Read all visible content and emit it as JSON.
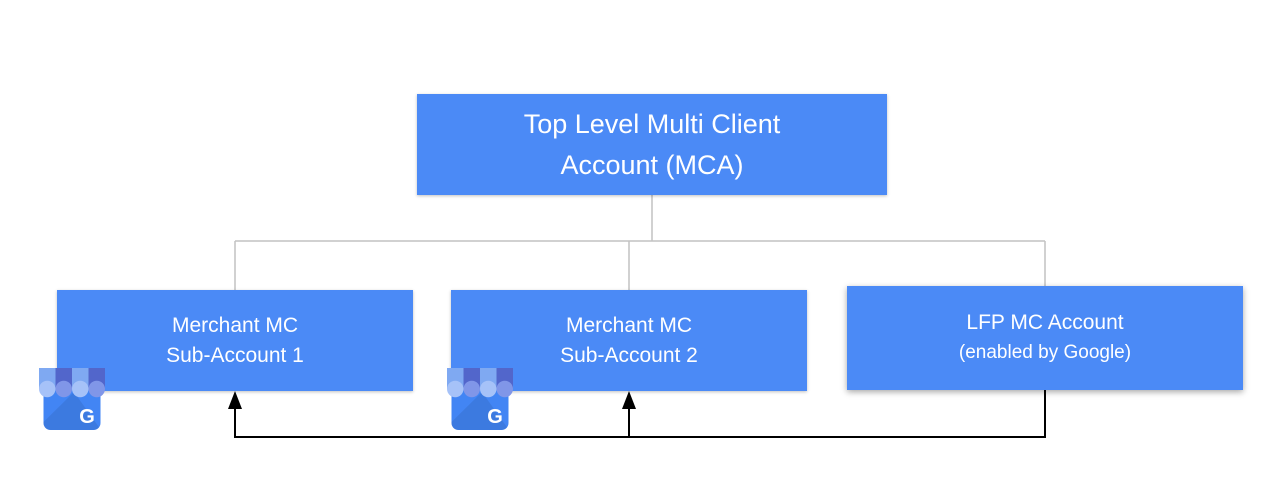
{
  "diagram": {
    "nodes": {
      "mca": {
        "line1": "Top Level Multi Client",
        "line2": "Account (MCA)"
      },
      "sub1": {
        "line1": "Merchant MC",
        "line2": "Sub-Account 1"
      },
      "sub2": {
        "line1": "Merchant MC",
        "line2": "Sub-Account 2"
      },
      "lfp": {
        "line1": "LFP MC Account",
        "line2": "(enabled by Google)"
      }
    },
    "icons": {
      "business_profile": "google-business-profile-storefront",
      "g_label": "G"
    },
    "edges": {
      "tree": [
        "mca->sub1",
        "mca->sub2",
        "mca->lfp"
      ],
      "arrows": [
        "lfp->sub1",
        "lfp->sub2"
      ]
    },
    "colors": {
      "node_fill": "#4b8af6",
      "node_text": "#ffffff",
      "tree_line": "#c2c2c2",
      "arrow_line": "#000000",
      "icon_body": "#4285f4",
      "icon_awning_light": "#7fa9f2",
      "icon_awning_light_cap": "#a6c2f8",
      "icon_awning_dark": "#5266cb",
      "icon_awning_dark_cap": "#8096e8",
      "icon_shade": "#000000"
    }
  }
}
